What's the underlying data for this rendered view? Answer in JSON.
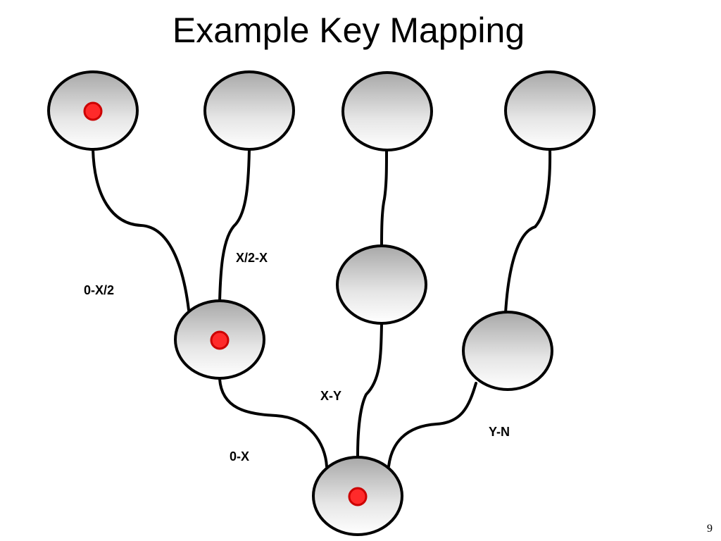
{
  "slide": {
    "title": "Example Key Mapping",
    "page_number": "9"
  },
  "diagram": {
    "nodes": [
      {
        "id": "leaf-1",
        "marked": true
      },
      {
        "id": "leaf-2",
        "marked": false
      },
      {
        "id": "leaf-3",
        "marked": false
      },
      {
        "id": "leaf-4",
        "marked": false
      },
      {
        "id": "mid-left",
        "marked": true
      },
      {
        "id": "mid-center",
        "marked": false
      },
      {
        "id": "mid-right",
        "marked": false
      },
      {
        "id": "root",
        "marked": true
      }
    ],
    "edges": [
      {
        "from": "leaf-1",
        "to": "mid-left",
        "label": "0-X/2"
      },
      {
        "from": "leaf-2",
        "to": "mid-left",
        "label": "X/2-X"
      },
      {
        "from": "leaf-3",
        "to": "mid-center",
        "label": ""
      },
      {
        "from": "leaf-4",
        "to": "mid-right",
        "label": ""
      },
      {
        "from": "mid-left",
        "to": "root",
        "label": "0-X"
      },
      {
        "from": "mid-center",
        "to": "root",
        "label": "X-Y"
      },
      {
        "from": "mid-right",
        "to": "root",
        "label": "Y-N"
      }
    ],
    "colors": {
      "node_fill_top": "#a8a8a8",
      "node_fill_bottom": "#ffffff",
      "node_stroke": "#000000",
      "marker_fill": "#ff2a2a",
      "marker_stroke": "#cc0000"
    }
  }
}
